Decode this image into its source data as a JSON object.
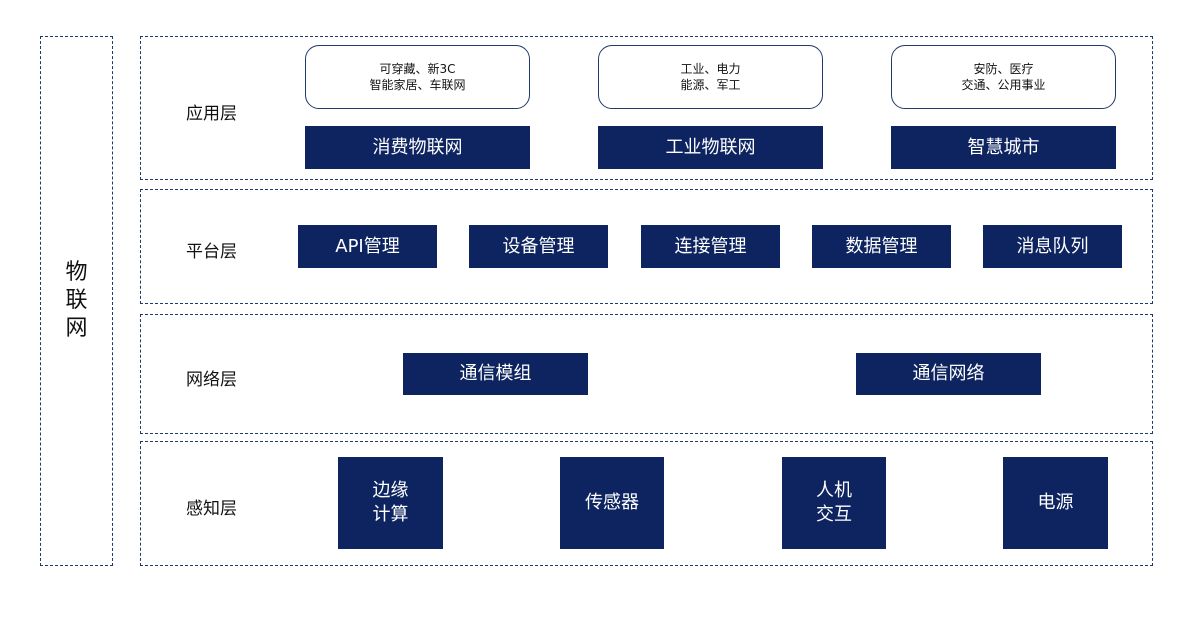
{
  "title_chars": [
    "物",
    "联",
    "网"
  ],
  "layers": {
    "application": {
      "label": "应用层",
      "categories": [
        {
          "line1": "可穿藏、新3C",
          "line2": "智能家居、车联网",
          "name": "消费物联网"
        },
        {
          "line1": "工业、电力",
          "line2": "能源、军工",
          "name": "工业物联网"
        },
        {
          "line1": "安防、医疗",
          "line2": "交通、公用事业",
          "name": "智慧城市"
        }
      ]
    },
    "platform": {
      "label": "平台层",
      "items": [
        "API管理",
        "设备管理",
        "连接管理",
        "数据管理",
        "消息队列"
      ]
    },
    "network": {
      "label": "网络层",
      "items": [
        "通信模组",
        "通信网络"
      ]
    },
    "perception": {
      "label": "感知层",
      "items": [
        {
          "line1": "边缘",
          "line2": "计算"
        },
        {
          "line1": "传感器",
          "line2": ""
        },
        {
          "line1": "人机",
          "line2": "交互"
        },
        {
          "line1": "电源",
          "line2": ""
        }
      ]
    }
  }
}
